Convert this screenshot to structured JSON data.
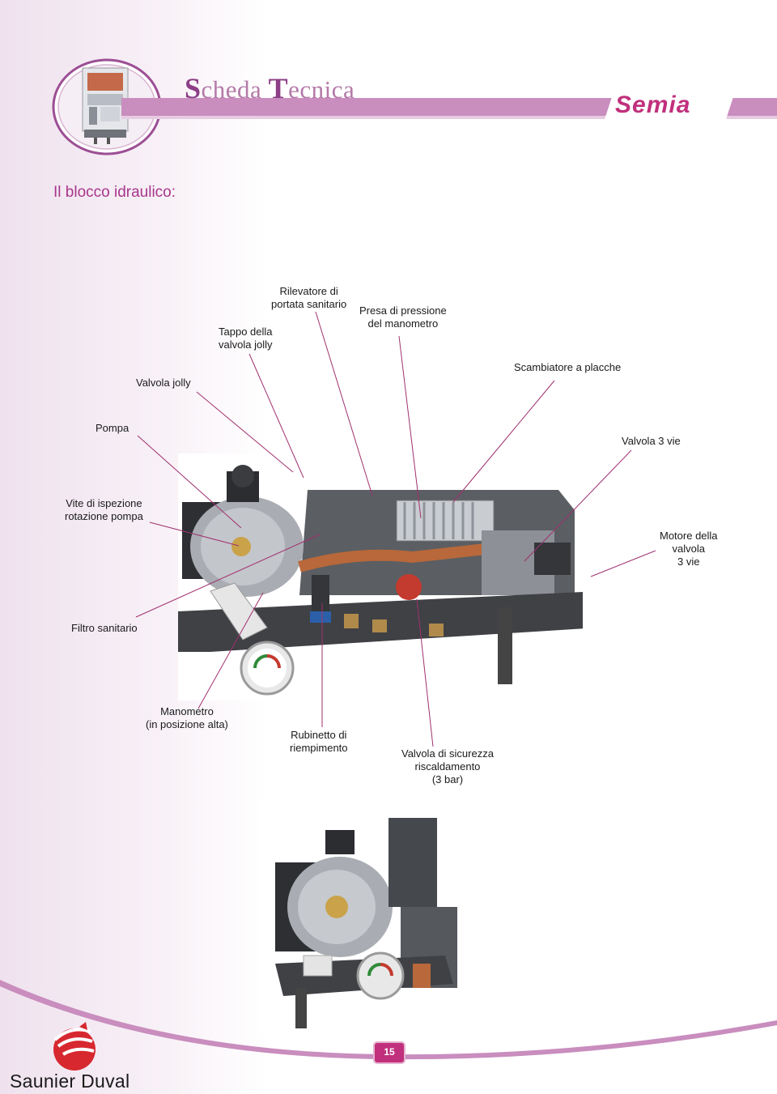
{
  "header": {
    "title_first_letter": "S",
    "title_first_rest": "cheda ",
    "title_second_letter": "T",
    "title_second_rest": "ecnica",
    "brand": "Semia"
  },
  "section_heading": "Il blocco idraulico:",
  "labels": {
    "rilevatore": [
      "Rilevatore di",
      "portata sanitario"
    ],
    "presa": [
      "Presa di pressione",
      "del manometro"
    ],
    "tappo": [
      "Tappo della",
      "valvola jolly"
    ],
    "valvola_jolly": "Valvola jolly",
    "scambiatore": "Scambiatore a placche",
    "pompa": "Pompa",
    "valvola_3vie": "Valvola 3 vie",
    "vite": [
      "Vite di ispezione",
      "rotazione pompa"
    ],
    "motore": [
      "Motore della",
      "valvola",
      "3 vie"
    ],
    "filtro": "Filtro sanitario",
    "manometro": [
      "Manometro",
      "(in posizione alta)"
    ],
    "rubinetto": [
      "Rubinetto di",
      "riempimento"
    ],
    "valvola_sicurezza": [
      "Valvola di sicurezza",
      "riscaldamento",
      "(3 bar)"
    ]
  },
  "footer": {
    "page_number": "15",
    "company": "Saunier Duval"
  },
  "colors": {
    "band": "#c98dbe",
    "brand": "#c0307c",
    "heading": "#a8358c",
    "leader": "#a0306e"
  }
}
